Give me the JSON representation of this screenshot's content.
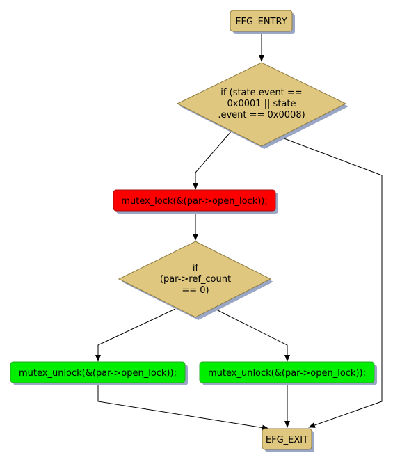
{
  "nodes": {
    "entry": {
      "label": "EFG_ENTRY",
      "shape": "rounded-rect",
      "color": "#dfc77f"
    },
    "cond1": {
      "label_lines": [
        "if (state.event ==",
        "0x0001 || state",
        ".event == 0x0008)"
      ],
      "shape": "diamond",
      "color": "#dfc77f"
    },
    "lock": {
      "label": "mutex_lock(&(par->open_lock));",
      "shape": "rounded-rect",
      "color": "#ff0000"
    },
    "cond2": {
      "label_lines": [
        "if",
        "(par->ref_count",
        "== 0)"
      ],
      "shape": "diamond",
      "color": "#dfc77f"
    },
    "unlock_left": {
      "label": "mutex_unlock(&(par->open_lock));",
      "shape": "rounded-rect",
      "color": "#00ee00"
    },
    "unlock_right": {
      "label": "mutex_unlock(&(par->open_lock));",
      "shape": "rounded-rect",
      "color": "#00ee00"
    },
    "exit": {
      "label": "EFG_EXIT",
      "shape": "rounded-rect",
      "color": "#dfc77f"
    }
  },
  "edges": [
    {
      "from": "entry",
      "to": "cond1"
    },
    {
      "from": "cond1",
      "to": "lock"
    },
    {
      "from": "cond1",
      "to": "exit"
    },
    {
      "from": "lock",
      "to": "cond2"
    },
    {
      "from": "cond2",
      "to": "unlock_left"
    },
    {
      "from": "cond2",
      "to": "unlock_right"
    },
    {
      "from": "unlock_left",
      "to": "exit"
    },
    {
      "from": "unlock_right",
      "to": "exit"
    }
  ],
  "colors": {
    "condition_fill": "#dfc77f",
    "lock_fill": "#ff0000",
    "unlock_fill": "#00ee00",
    "shadow": "#9aa6c6",
    "edge": "#000000"
  }
}
